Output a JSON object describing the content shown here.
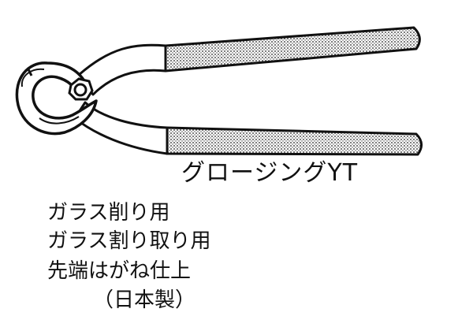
{
  "product": {
    "name": "グロージングYT"
  },
  "description": {
    "line1": "ガラス削り用",
    "line2": "ガラス割り取り用",
    "line3": "先端はがね仕上",
    "origin": "（日本製）"
  },
  "colors": {
    "ink": "#111111",
    "background": "#ffffff"
  }
}
